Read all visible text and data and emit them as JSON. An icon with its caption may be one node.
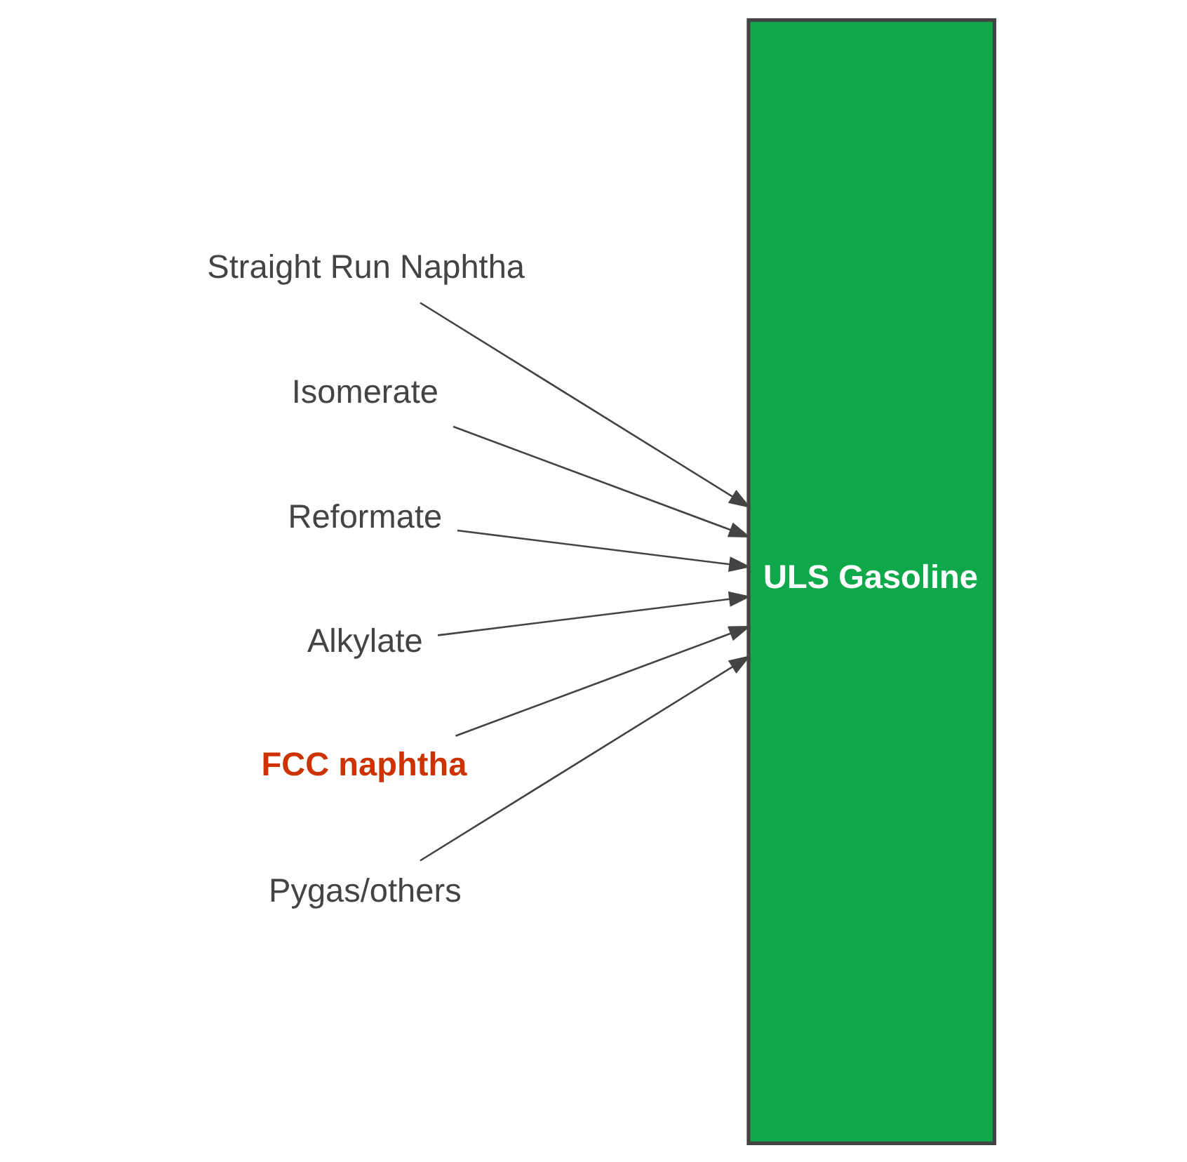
{
  "diagram": {
    "nodes": [
      {
        "text": [
          "Straight Run Naphtha"
        ]
      },
      {
        "text": [
          "Isomerate"
        ]
      },
      {
        "text": [
          "Reformate"
        ]
      },
      {
        "text": [
          "Alkylate"
        ]
      },
      {
        "text": [
          "FCC naphtha"
        ]
      },
      {
        "text": [
          "Pygas/others"
        ]
      },
      {
        "text": [
          "ULS Gasoline"
        ]
      }
    ],
    "edges": [
      {
        "from": 0,
        "to": 6,
        "arrow": "to"
      },
      {
        "from": 1,
        "to": 6,
        "arrow": "to"
      },
      {
        "from": 2,
        "to": 6,
        "arrow": "to"
      },
      {
        "from": 3,
        "to": 6,
        "arrow": "to"
      },
      {
        "from": 4,
        "to": 6,
        "arrow": "to"
      },
      {
        "from": 5,
        "to": 6,
        "arrow": "to"
      }
    ]
  }
}
